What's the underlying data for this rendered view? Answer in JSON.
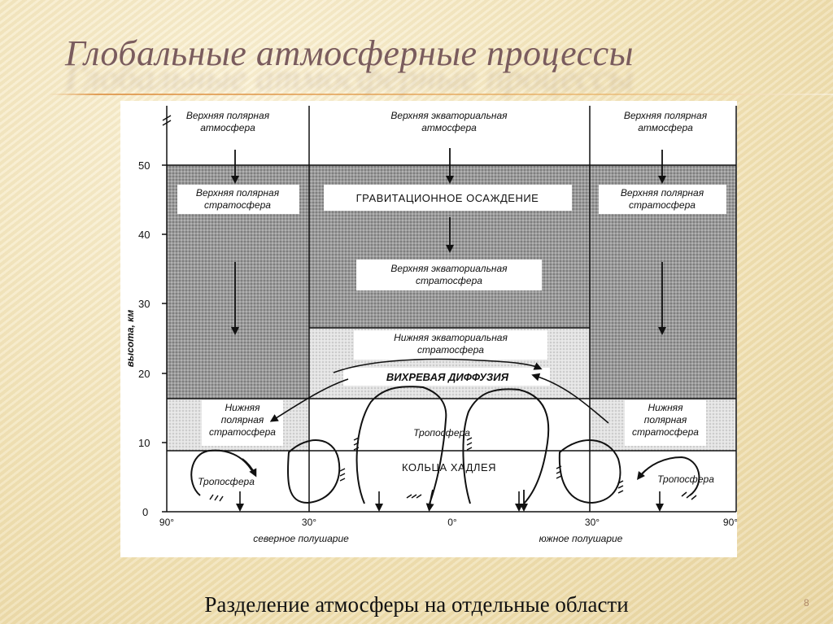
{
  "slide": {
    "title": "Глобальные атмосферные процессы",
    "caption": "Разделение атмосферы на отдельные области",
    "page_number": "8"
  },
  "diagram": {
    "y_axis": {
      "label": "высота, км",
      "ticks": [
        "0",
        "10",
        "20",
        "30",
        "40",
        "50"
      ]
    },
    "x_axis": {
      "ticks": [
        "90°",
        "30°",
        "0°",
        "30°",
        "90°"
      ],
      "north_label": "северное полушарие",
      "south_label": "южное полушарие"
    },
    "regions": {
      "upper_polar_atm_left": "Верхняя полярная атмосфера",
      "upper_equatorial_atm": "Верхняя экваториальная атмосфера",
      "upper_polar_atm_right": "Верхняя полярная атмосфера",
      "upper_polar_strat_left": "Верхняя полярная стратосфера",
      "upper_polar_strat_right": "Верхняя полярная стратосфера",
      "gravitational_settling": "ГРАВИТАЦИОННОЕ ОСАЖДЕНИЕ",
      "upper_equatorial_strat": "Верхняя экваториальная стратосфера",
      "lower_equatorial_strat": "Нижняя экваториальная стратосфера",
      "eddy_diffusion": "ВИХРЕВАЯ ДИФФУЗИЯ",
      "lower_polar_strat_left": "Нижняя полярная стратосфера",
      "lower_polar_strat_right": "Нижняя полярная стратосфера",
      "troposphere_left": "Тропосфера",
      "troposphere_center": "Тропосфера",
      "troposphere_right": "Тропосфера",
      "hadley_cells": "КОЛЬЦА ХАДЛЕЯ"
    },
    "colors": {
      "dense_stipple": "#8c8c8c",
      "light_stipple": "#d9d9d9",
      "ink": "#111111"
    }
  }
}
